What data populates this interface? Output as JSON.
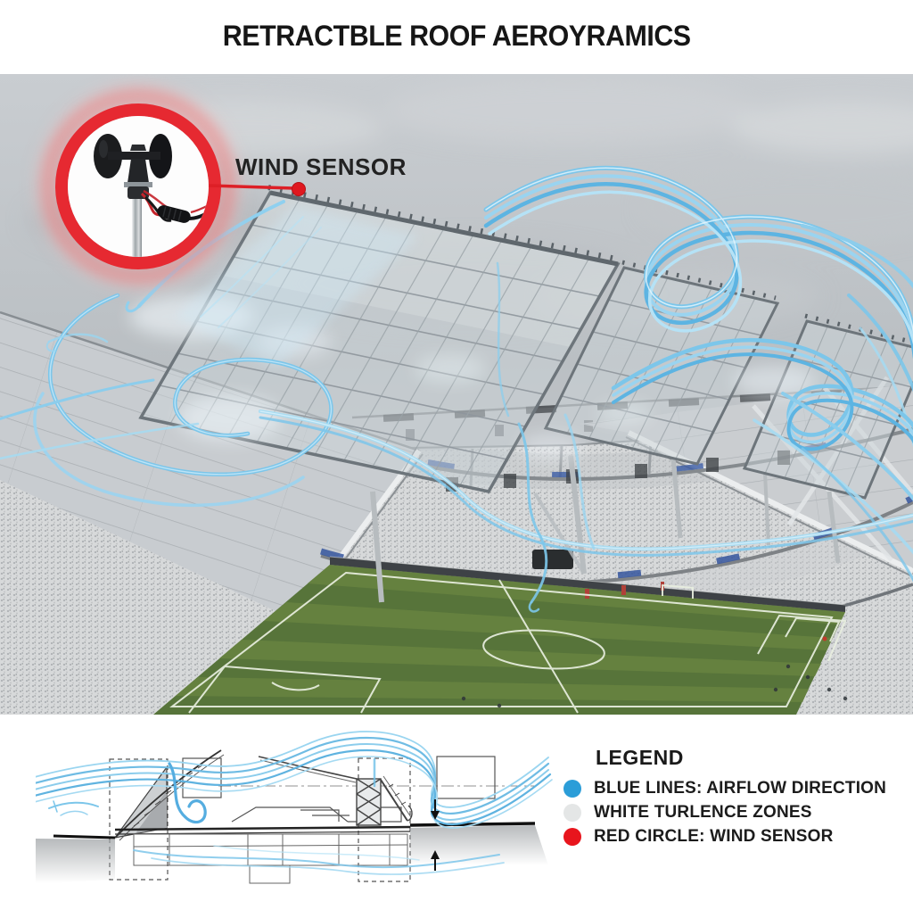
{
  "title": "RETRACTBLE ROOF AEROYRAMICS",
  "callout": {
    "label": "WIND SENSOR"
  },
  "legend": {
    "heading": "LEGEND",
    "items": [
      {
        "key": "airflow",
        "label": "BLUE LINES: AIRFLOW DIRECTION",
        "color": "#2b9dd8"
      },
      {
        "key": "turbulence",
        "label": "WHITE TURLENCE ZONES",
        "color": "#e4e6e6"
      },
      {
        "key": "wind_sensor",
        "label": "RED CIRCLE: WIND SENSOR",
        "color": "#e8151d"
      }
    ]
  },
  "colors": {
    "airflow_blue": "#7cc6ea",
    "sensor_red": "#e62931",
    "pitch_green": "#5b773b",
    "sky_gray": "#c3c7cb"
  }
}
